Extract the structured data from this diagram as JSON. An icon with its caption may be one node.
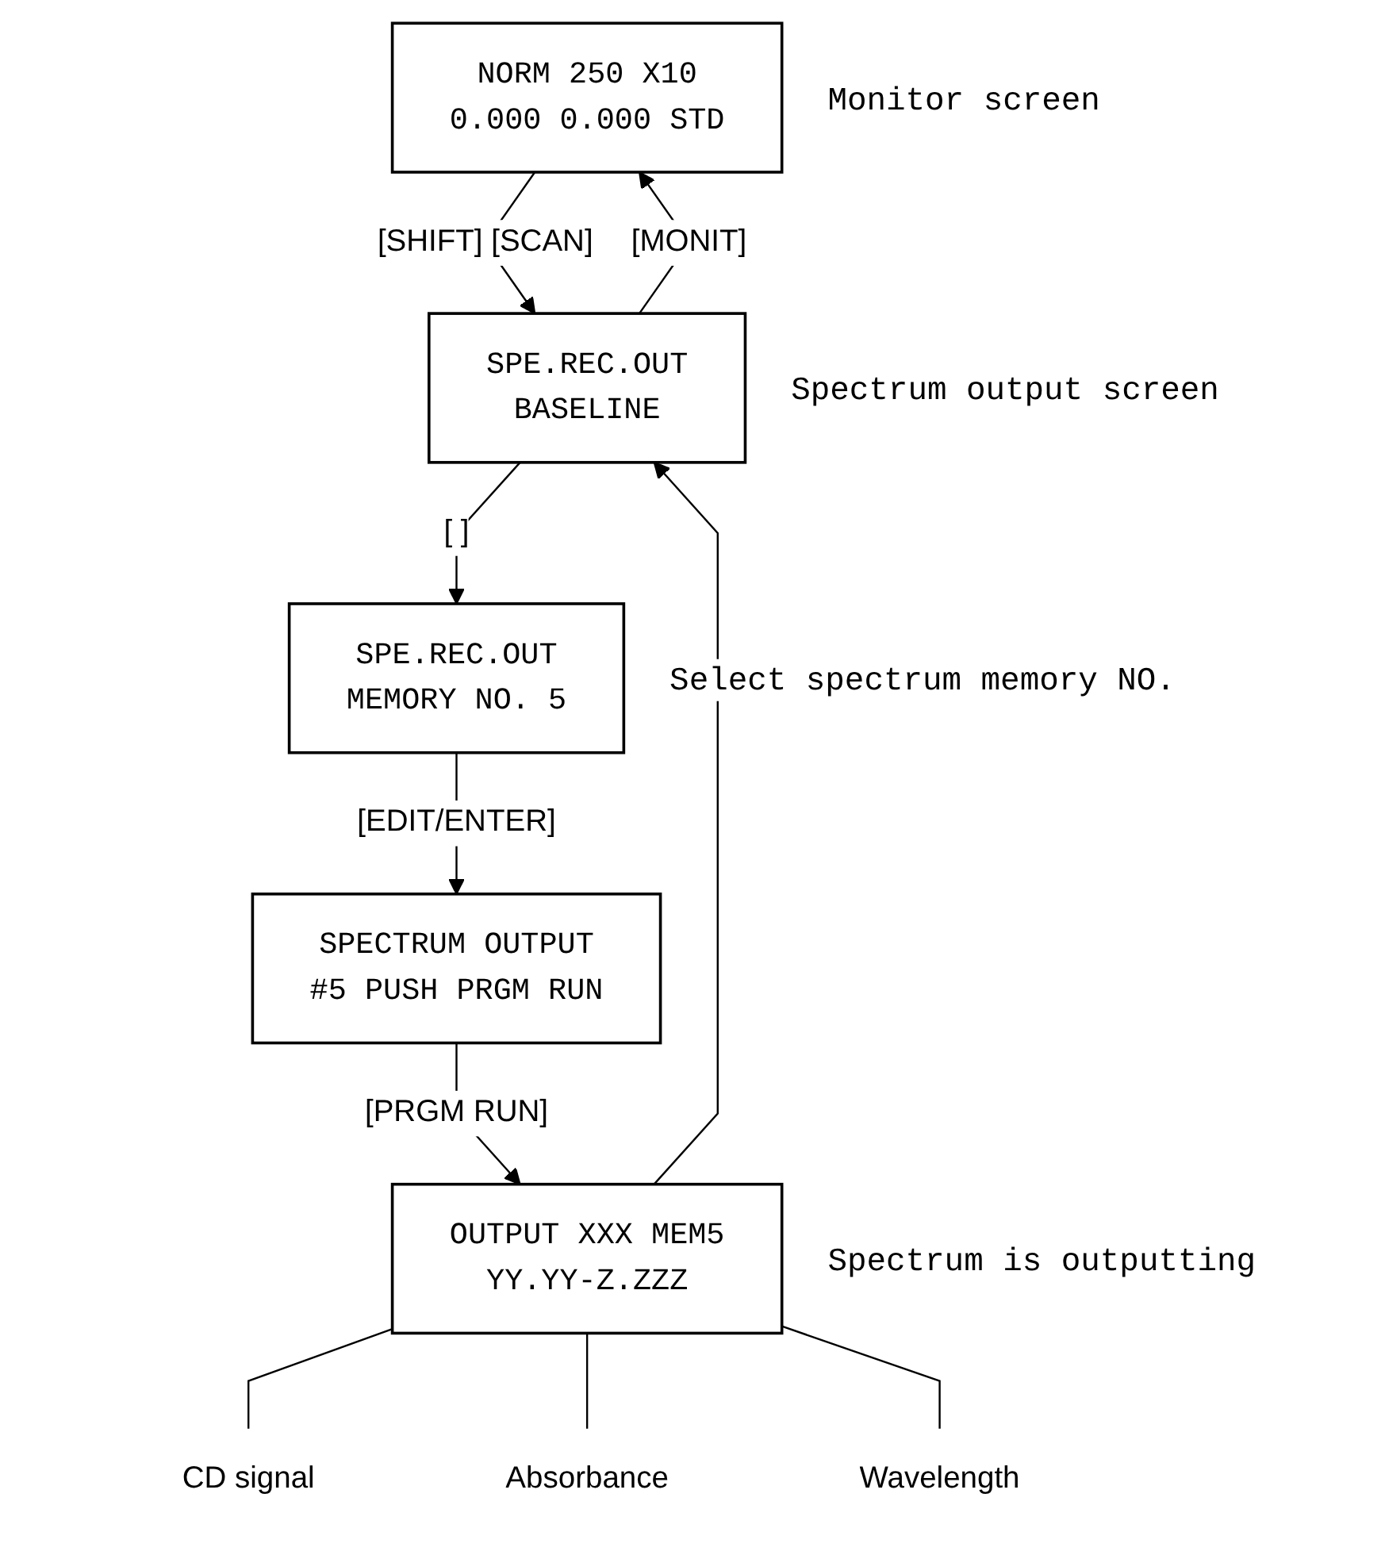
{
  "diagram": {
    "nodes": [
      {
        "text": [
          "NORM 250 X10",
          "0.000 0.000 STD"
        ],
        "beside": [
          "Monitor screen"
        ]
      },
      {
        "text": [
          "SPE.REC.OUT",
          "BASELINE"
        ],
        "beside": [
          "Spectrum output screen"
        ]
      },
      {
        "text": [
          "SPE.REC.OUT",
          "MEMORY NO. 5"
        ],
        "beside": [
          "Select spectrum memory NO."
        ]
      },
      {
        "text": [
          "SPECTRUM OUTPUT",
          "#5 PUSH PRGM RUN"
        ]
      },
      {
        "text": [
          "OUTPUT XXX MEM5",
          "YY.YY-Z.ZZZ"
        ],
        "beside": [
          "Spectrum is outputting"
        ]
      },
      {
        "text": [
          "CD signal"
        ]
      },
      {
        "text": [
          "Absorbance"
        ]
      },
      {
        "text": [
          "Wavelength"
        ]
      }
    ],
    "edges": [
      {
        "from": 1,
        "to": 0,
        "arrow": "to",
        "label": "[MONIT]"
      },
      {
        "from": 0,
        "to": 1,
        "arrow": "to",
        "label": "[SHIFT] [SCAN]"
      },
      {
        "from": 1,
        "to": 2,
        "arrow": "to",
        "label": "[ ]"
      },
      {
        "from": 2,
        "to": 3,
        "arrow": "to",
        "label": "[EDIT/ENTER]"
      },
      {
        "from": 3,
        "to": 4,
        "arrow": "to",
        "label": "[PRGM RUN]"
      },
      {
        "from": 4,
        "to": 1,
        "arrow": "to"
      },
      {
        "from": 5,
        "to": 4,
        "arrow": "none"
      },
      {
        "from": 6,
        "to": 4,
        "arrow": "none"
      },
      {
        "from": 7,
        "to": 4,
        "arrow": "none"
      }
    ]
  }
}
